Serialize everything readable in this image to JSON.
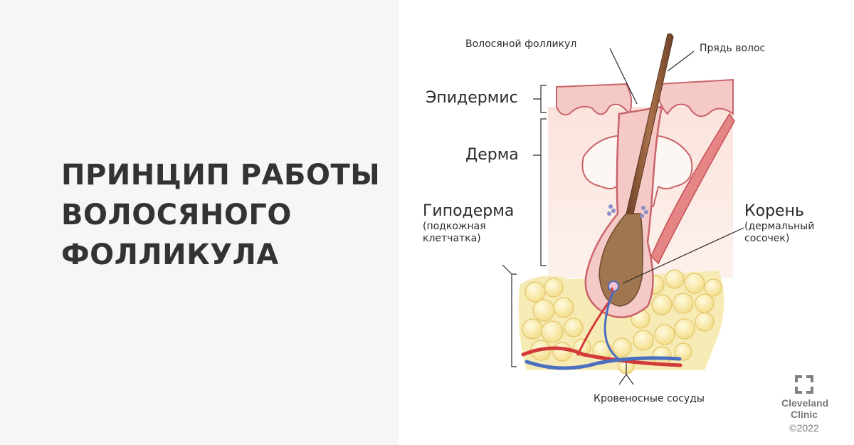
{
  "left_panel": {
    "title_lines": [
      "ПРИНЦИП РАБОТЫ",
      "ВОЛОСЯНОГО",
      "ФОЛЛИКУЛА"
    ]
  },
  "diagram": {
    "labels": {
      "hair_follicle": "Волосяной фолликул",
      "hair_strand": "Прядь волос",
      "epidermis": "Эпидермис",
      "dermis": "Дерма",
      "hypodermis": "Гиподерма",
      "hypodermis_sub1": "(подкожная",
      "hypodermis_sub2": "клетчатка)",
      "root": "Корень",
      "root_sub1": "(дермальный",
      "root_sub2": "сосочек)",
      "blood_vessels": "Кровеносные сосуды"
    },
    "colors": {
      "skin": "#f4c9c6",
      "skin_outline": "#c9646a",
      "hair": "#8a5a3c",
      "fat": "#f7e9a8",
      "artery": "#d23a3a",
      "vein": "#4a6fc0",
      "muscle": "#e07a7a"
    }
  },
  "logo": {
    "name_line1": "Cleveland",
    "name_line2": "Clinic",
    "copyright": "©2022"
  }
}
